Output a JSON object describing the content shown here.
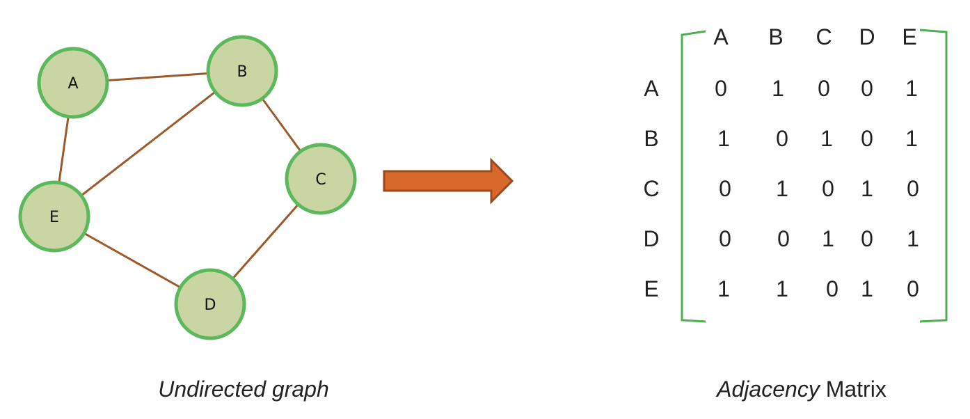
{
  "graph": {
    "nodes": [
      {
        "id": "A",
        "label": "A"
      },
      {
        "id": "B",
        "label": "B"
      },
      {
        "id": "C",
        "label": "C"
      },
      {
        "id": "D",
        "label": "D"
      },
      {
        "id": "E",
        "label": "E"
      }
    ],
    "edges": [
      [
        "A",
        "B"
      ],
      [
        "A",
        "E"
      ],
      [
        "B",
        "E"
      ],
      [
        "B",
        "C"
      ],
      [
        "C",
        "D"
      ],
      [
        "D",
        "E"
      ]
    ],
    "caption": "Undirected graph"
  },
  "matrix": {
    "column_headers": [
      "A",
      "B",
      "C",
      "D",
      "E"
    ],
    "row_headers": [
      "A",
      "B",
      "C",
      "D",
      "E"
    ],
    "rows": [
      [
        "0",
        "1",
        "0",
        "0",
        "1"
      ],
      [
        "1",
        "0",
        "1",
        "0",
        "1"
      ],
      [
        "0",
        "1",
        "0",
        "1",
        "0"
      ],
      [
        "0",
        "0",
        "1",
        "0",
        "1"
      ],
      [
        "1",
        "1",
        "0",
        "1",
        "0"
      ]
    ],
    "caption_italic": "Adjacency",
    "caption_regular": "Matrix"
  },
  "colors": {
    "node_fill": "#c9d6a3",
    "node_stroke": "#5cb85c",
    "edge": "#9c5a2a",
    "arrow_fill": "#d8692a",
    "arrow_stroke": "#9a4a1c",
    "bracket": "#4caf50"
  },
  "icons": {
    "arrow": "right-arrow-icon"
  }
}
